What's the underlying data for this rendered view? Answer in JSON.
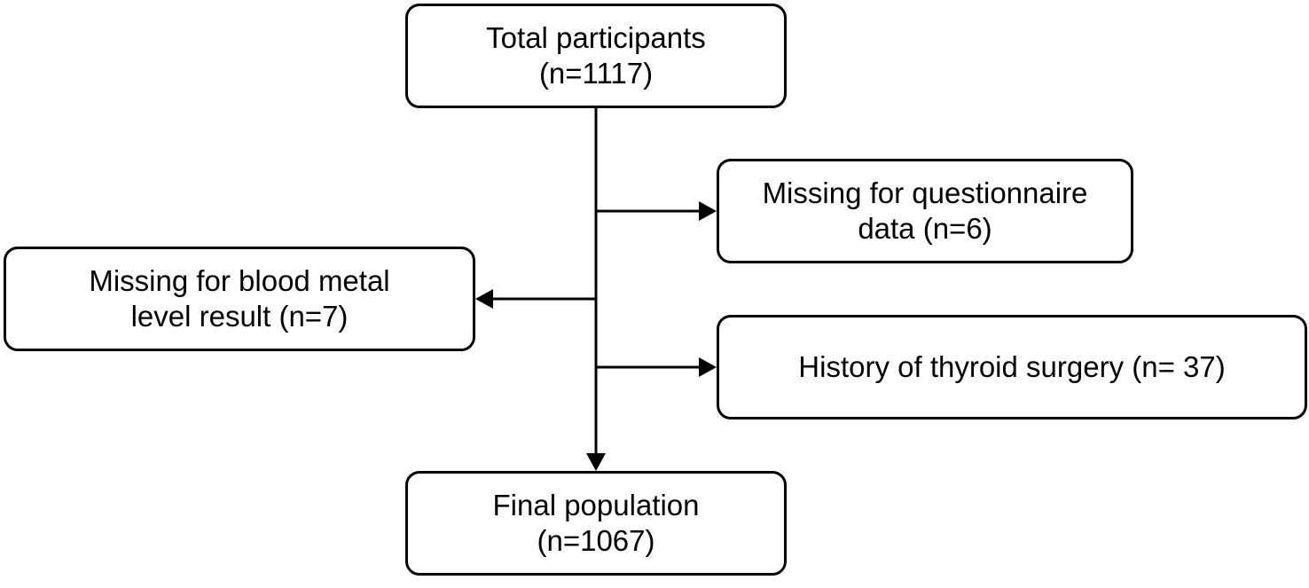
{
  "diagram": {
    "boxes": {
      "total": {
        "line1": "Total participants",
        "line2": "(n=1117)"
      },
      "questionnaire": {
        "line1": "Missing for questionnaire",
        "line2": "data (n=6)"
      },
      "blood": {
        "line1": "Missing for blood metal",
        "line2": "level result (n=7)"
      },
      "surgery": {
        "line1": "History of thyroid surgery (n= 37)"
      },
      "final": {
        "line1": "Final population",
        "line2": "(n=1067)"
      }
    },
    "colors": {
      "stroke": "#000000",
      "background": "#ffffff"
    }
  }
}
